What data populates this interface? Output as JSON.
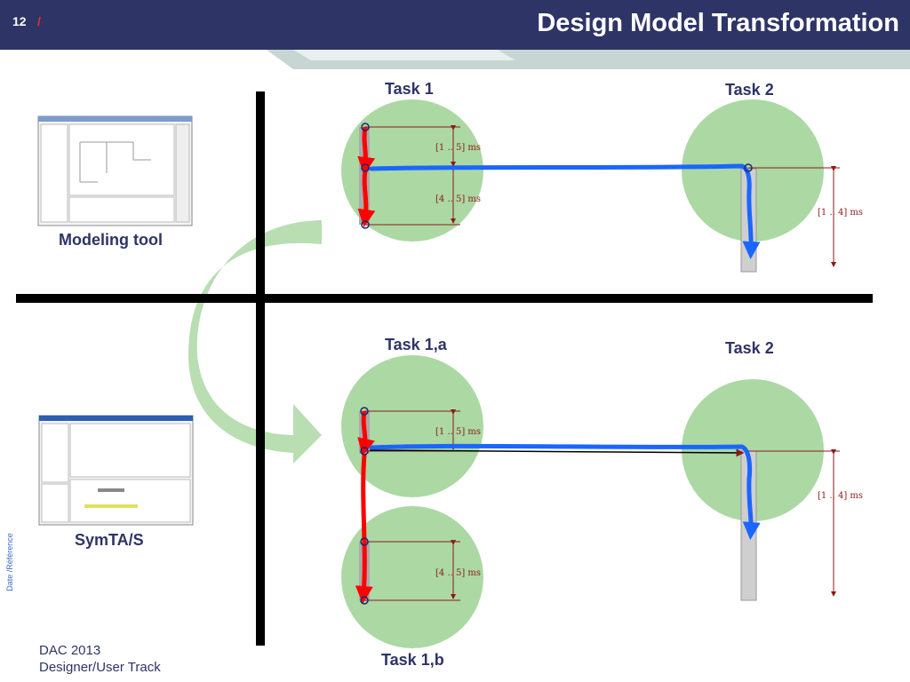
{
  "header": {
    "page_number": "12",
    "separator": "/",
    "title": "Design Model Transformation"
  },
  "labels": {
    "modeling_tool": "Modeling tool",
    "symtas": "SymTA/S",
    "task1_top": "Task 1",
    "task2_top": "Task 2",
    "task1a": "Task 1,a",
    "task2_bottom": "Task 2",
    "task1b": "Task 1,b"
  },
  "intervals": {
    "t1_upper": "[1 .. 5] ms",
    "t1_lower": "[4 .. 5] ms",
    "t2_top": "[1 .. 4] ms",
    "t1a": "[1 .. 5] ms",
    "t1b": "[4 .. 5] ms",
    "t2_bottom": "[1 .. 4] ms"
  },
  "footer": {
    "line1": "DAC 2013",
    "line2": "Designer/User Track",
    "side": "Date /Référence"
  },
  "colors": {
    "header": "#2e3466",
    "circle": "#acd8a4",
    "red_arrow": "#ff0000",
    "blue_arrow": "#1a66ff",
    "interval": "#8b1a1a"
  }
}
